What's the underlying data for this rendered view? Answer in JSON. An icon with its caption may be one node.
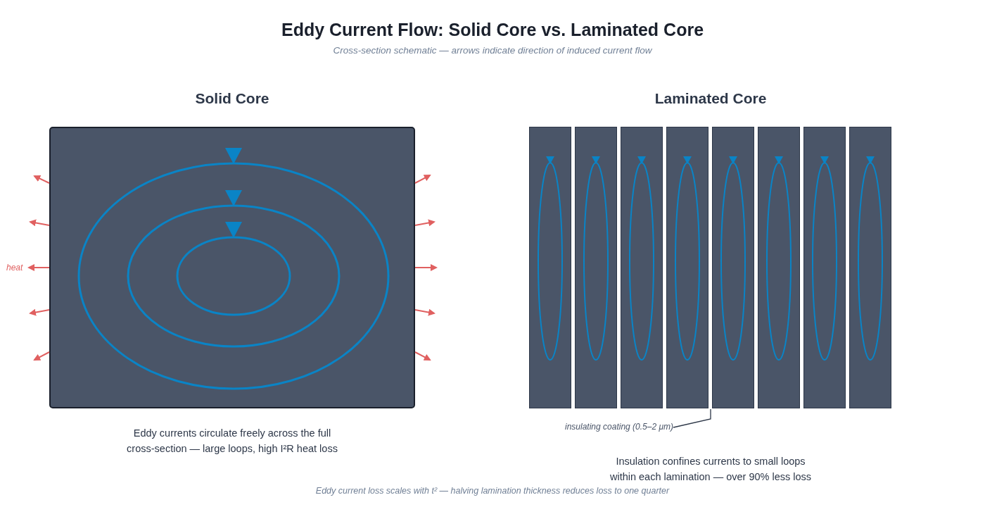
{
  "diagram": {
    "title": "Eddy Current Flow: Solid Core vs. Laminated Core",
    "caption": "Eddy current loss scales with t² — halving lamination thickness reduces loss to one quarter",
    "nodes": [
      {
        "text": [
          "Solid Core"
        ],
        "beside": [
          "Eddy currents circulate freely across the full cross-section — large loops, high I²R heat loss"
        ]
      },
      {
        "text": [
          "Laminated Core"
        ]
      },
      {
        "text": [],
        "shape": "bar",
        "in": 1
      },
      {
        "text": [],
        "shape": "bar",
        "in": 1
      },
      {
        "text": [],
        "shape": "bar",
        "in": 1
      },
      {
        "text": [],
        "shape": "bar",
        "in": 1
      },
      {
        "text": [],
        "shape": "bar",
        "in": 1
      },
      {
        "text": [],
        "shape": "bar",
        "in": 1
      },
      {
        "text": [],
        "shape": "bar",
        "in": 1
      },
      {
        "text": [],
        "shape": "bar",
        "in": 1
      },
      {
        "text": [
          "insulating coating (0.5–2 μm)"
        ]
      }
    ],
    "edges": [
      {
        "from": 0,
        "to": null,
        "arrow": "to"
      },
      {
        "from": 0,
        "to": null,
        "arrow": "to"
      },
      {
        "from": 0,
        "to": null,
        "arrow": "to",
        "label": "heat"
      },
      {
        "from": 0,
        "to": null,
        "arrow": "to"
      },
      {
        "from": 0,
        "to": null,
        "arrow": "to"
      },
      {
        "from": 0,
        "to": null,
        "arrow": "to"
      },
      {
        "from": 0,
        "to": null,
        "arrow": "to"
      },
      {
        "from": 0,
        "to": null,
        "arrow": "to"
      },
      {
        "from": 0,
        "to": null,
        "arrow": "to"
      },
      {
        "from": 0,
        "to": null,
        "arrow": "to"
      },
      {
        "from": 10,
        "to": 6,
        "arrow": "none",
        "color": "#2d3748"
      }
    ],
    "labels": [
      "Cross-section schematic — arrows indicate direction of induced current flow",
      "Insulation confines currents to small loops within each lamination — over 90% less loss"
    ]
  }
}
